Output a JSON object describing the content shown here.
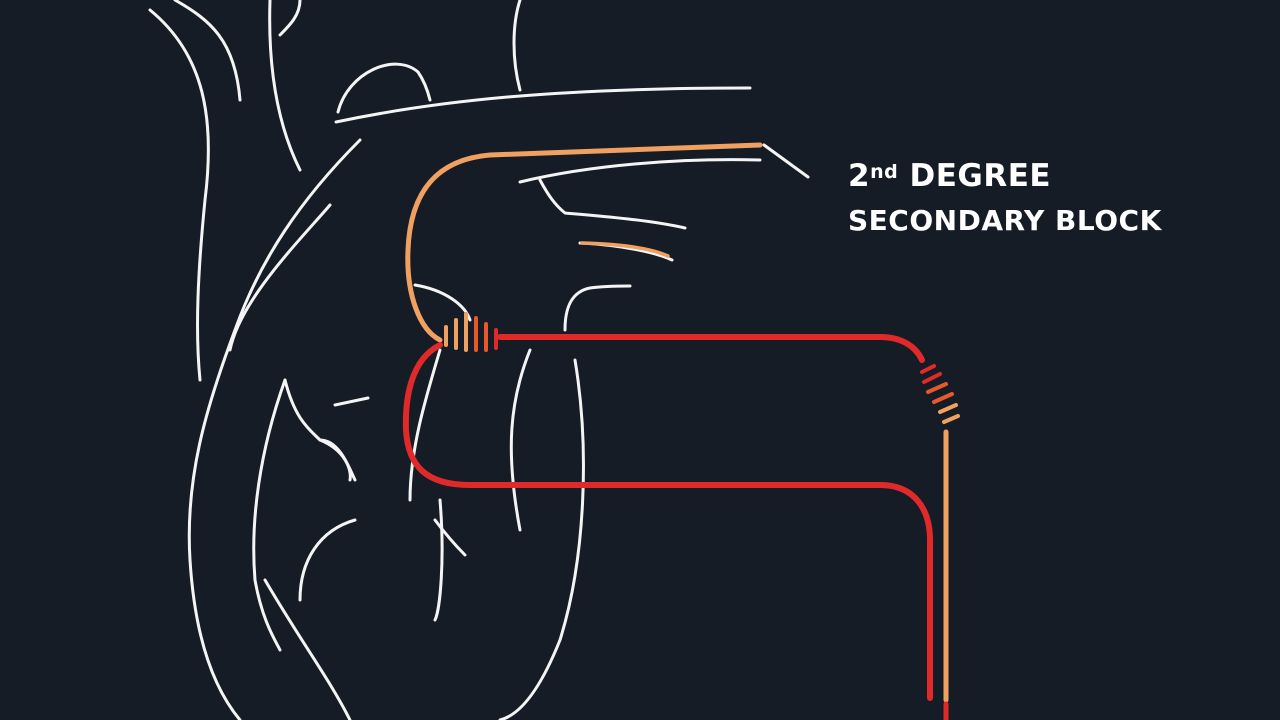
{
  "label": {
    "degree_number": "2",
    "degree_suffix": "nd",
    "degree_word": "DEGREE",
    "block_type": "SECONDARY BLOCK"
  },
  "colors": {
    "background": "#151c26",
    "outline": "#f4f4f4",
    "pathway_orange": "#f0a060",
    "pathway_red": "#e02a2a",
    "block_marks": "#e6592a"
  }
}
